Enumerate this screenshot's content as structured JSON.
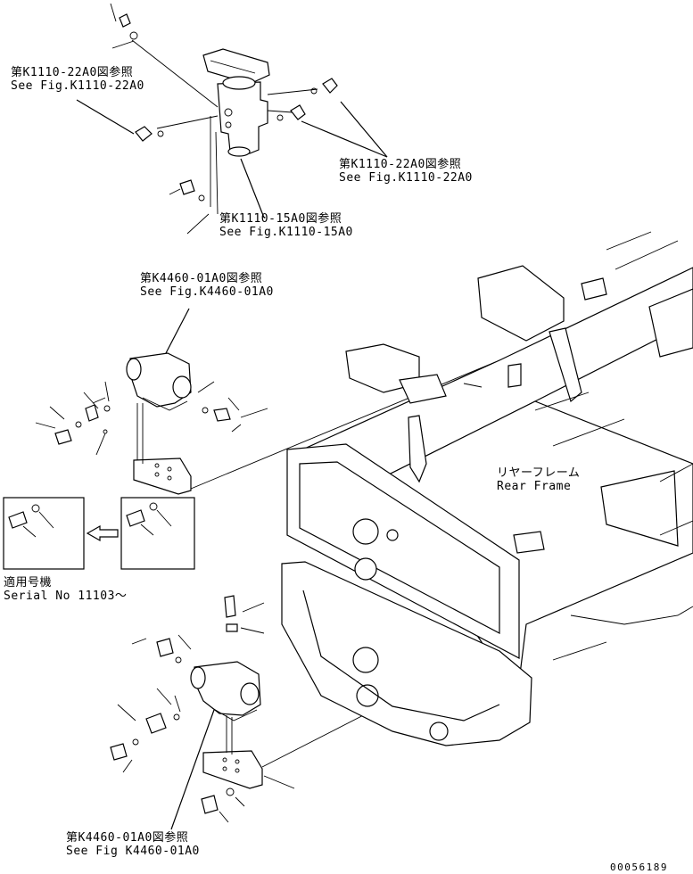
{
  "callouts": {
    "ref_valve_left": {
      "ja": "第K1110-22A0図参照",
      "en": "See Fig.K1110-22A0"
    },
    "ref_valve_right": {
      "ja": "第K1110-22A0図参照",
      "en": "See Fig.K1110-22A0"
    },
    "ref_valve_bottom": {
      "ja": "第K1110-15A0図参照",
      "en": "See Fig.K1110-15A0"
    },
    "ref_block_upper": {
      "ja": "第K4460-01A0図参照",
      "en": "See Fig.K4460-01A0"
    },
    "ref_block_lower": {
      "ja": "第K4460-01A0図参照",
      "en": "See Fig K4460-01A0"
    }
  },
  "rear_frame": {
    "ja": "リヤーフレーム",
    "en": "Rear Frame"
  },
  "serial": {
    "ja": "適用号機",
    "en": "Serial No 11103～"
  },
  "drawing_number": "00056189"
}
